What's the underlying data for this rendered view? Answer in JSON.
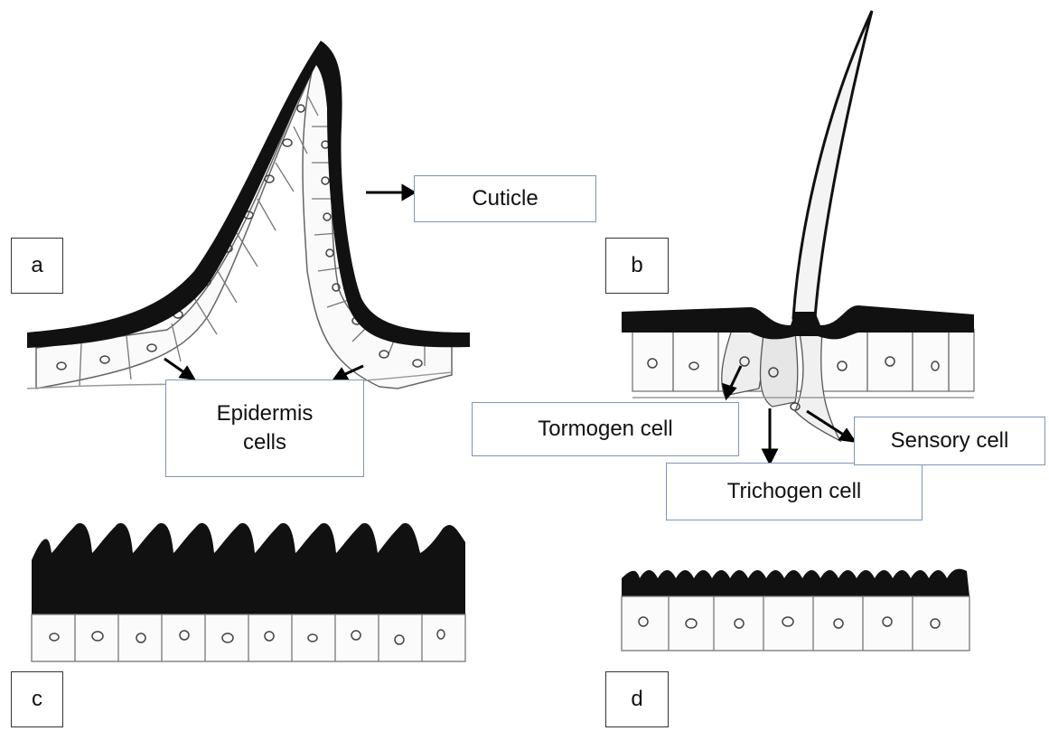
{
  "panels": {
    "a": "a",
    "b": "b",
    "c": "c",
    "d": "d"
  },
  "labels": {
    "cuticle": "Cuticle",
    "epidermis_line1": "Epidermis",
    "epidermis_line2": "cells",
    "tormogen": "Tormogen cell",
    "sensory": "Sensory cell",
    "trichogen": "Trichogen cell"
  },
  "colors": {
    "cuticle": "#111111",
    "cell_outline": "#555555",
    "callout_border": "#7f95b5"
  }
}
